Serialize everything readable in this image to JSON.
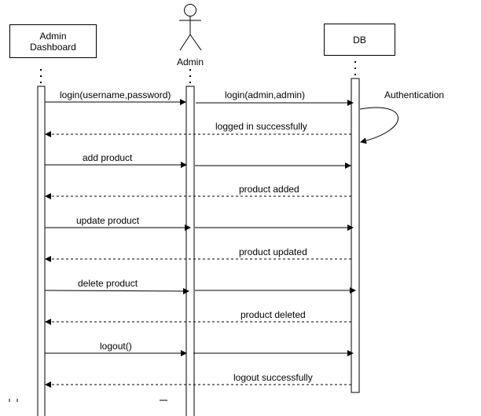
{
  "participants": {
    "admin_dashboard": "Admin\nDashboard",
    "admin": "Admin",
    "db": "DB"
  },
  "self_message": "Authentication",
  "messages": [
    {
      "label": "login(username,password)",
      "from": "admin_dashboard",
      "to": "admin",
      "style": "solid"
    },
    {
      "label": "login(admin,admin)",
      "from": "admin",
      "to": "db",
      "style": "solid"
    },
    {
      "label": "logged in successfully",
      "from": "db",
      "to": "admin_dashboard",
      "style": "dashed"
    },
    {
      "label": "add product",
      "from": "admin_dashboard",
      "to": "admin",
      "style": "solid"
    },
    {
      "label": "",
      "from": "admin",
      "to": "db",
      "style": "solid"
    },
    {
      "label": "product added",
      "from": "db",
      "to": "admin_dashboard",
      "style": "dashed"
    },
    {
      "label": "update product",
      "from": "admin_dashboard",
      "to": "admin",
      "style": "solid"
    },
    {
      "label": "",
      "from": "admin",
      "to": "db",
      "style": "solid"
    },
    {
      "label": "product updated",
      "from": "db",
      "to": "admin_dashboard",
      "style": "dashed"
    },
    {
      "label": "delete product",
      "from": "admin_dashboard",
      "to": "admin",
      "style": "solid"
    },
    {
      "label": "",
      "from": "admin",
      "to": "db",
      "style": "solid"
    },
    {
      "label": "product deleted",
      "from": "db",
      "to": "admin_dashboard",
      "style": "dashed"
    },
    {
      "label": "logout()",
      "from": "admin_dashboard",
      "to": "admin",
      "style": "solid"
    },
    {
      "label": "",
      "from": "admin",
      "to": "db",
      "style": "solid"
    },
    {
      "label": "logout successfully",
      "from": "db",
      "to": "admin_dashboard",
      "style": "dashed"
    }
  ]
}
